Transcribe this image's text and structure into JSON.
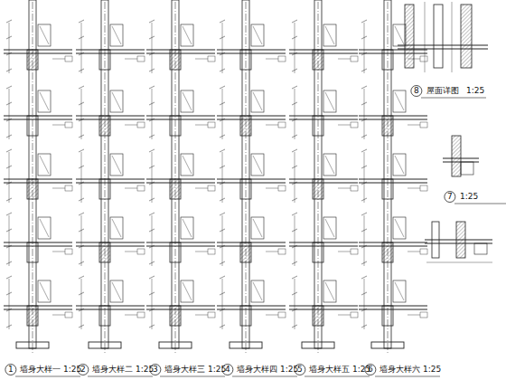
{
  "diagram": {
    "labels": [
      "1",
      "墙身大样一",
      "1:25",
      "2",
      "墙身大样二",
      "1:25",
      "3",
      "墙身大样三",
      "1:25",
      "4",
      "墙身大样四",
      "1:25",
      "5",
      "墙身大样五",
      "1:25",
      "6",
      "墙身大样六",
      "1:25",
      "8",
      "屋面详图",
      "1:25",
      "7",
      "1:25"
    ]
  }
}
